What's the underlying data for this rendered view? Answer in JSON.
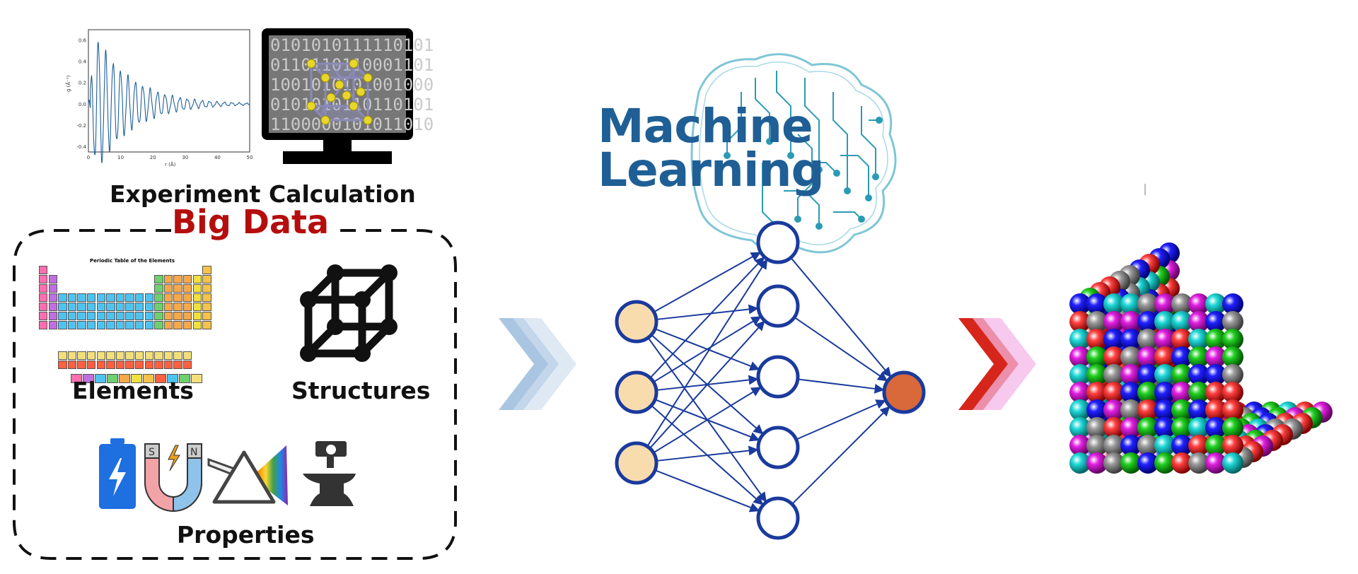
{
  "labels": {
    "experiment": "Experiment",
    "calculation": "Calculation",
    "big_data": "Big Data",
    "elements": "Elements",
    "structures": "Structures",
    "properties": "Properties",
    "ml_line1": "Machine",
    "ml_line2": "Learning",
    "periodic_title": "Periodic Table of the Elements"
  },
  "plot": {
    "ylabel": "g (Å⁻¹)",
    "xlabel": "r (Å)",
    "xticks": [
      "0",
      "10",
      "20",
      "30",
      "40",
      "50"
    ],
    "yticks": [
      "0.6",
      "0.4",
      "0.2",
      "0.0",
      "-0.2",
      "-0.4"
    ]
  },
  "monitor_text": [
    "0101010111110101",
    "0110110110001101",
    "1001010101001000",
    "0101010110110101",
    "1100000101011010"
  ],
  "colors": {
    "big_data_red": "#b50d0d",
    "network_blue": "#1a3a9c",
    "input_fill": "#f8dcae",
    "output_fill": "#d9683a",
    "ml_text": "#1f5f95"
  },
  "network": {
    "inputs": 3,
    "hidden": 5,
    "outputs": 1
  }
}
